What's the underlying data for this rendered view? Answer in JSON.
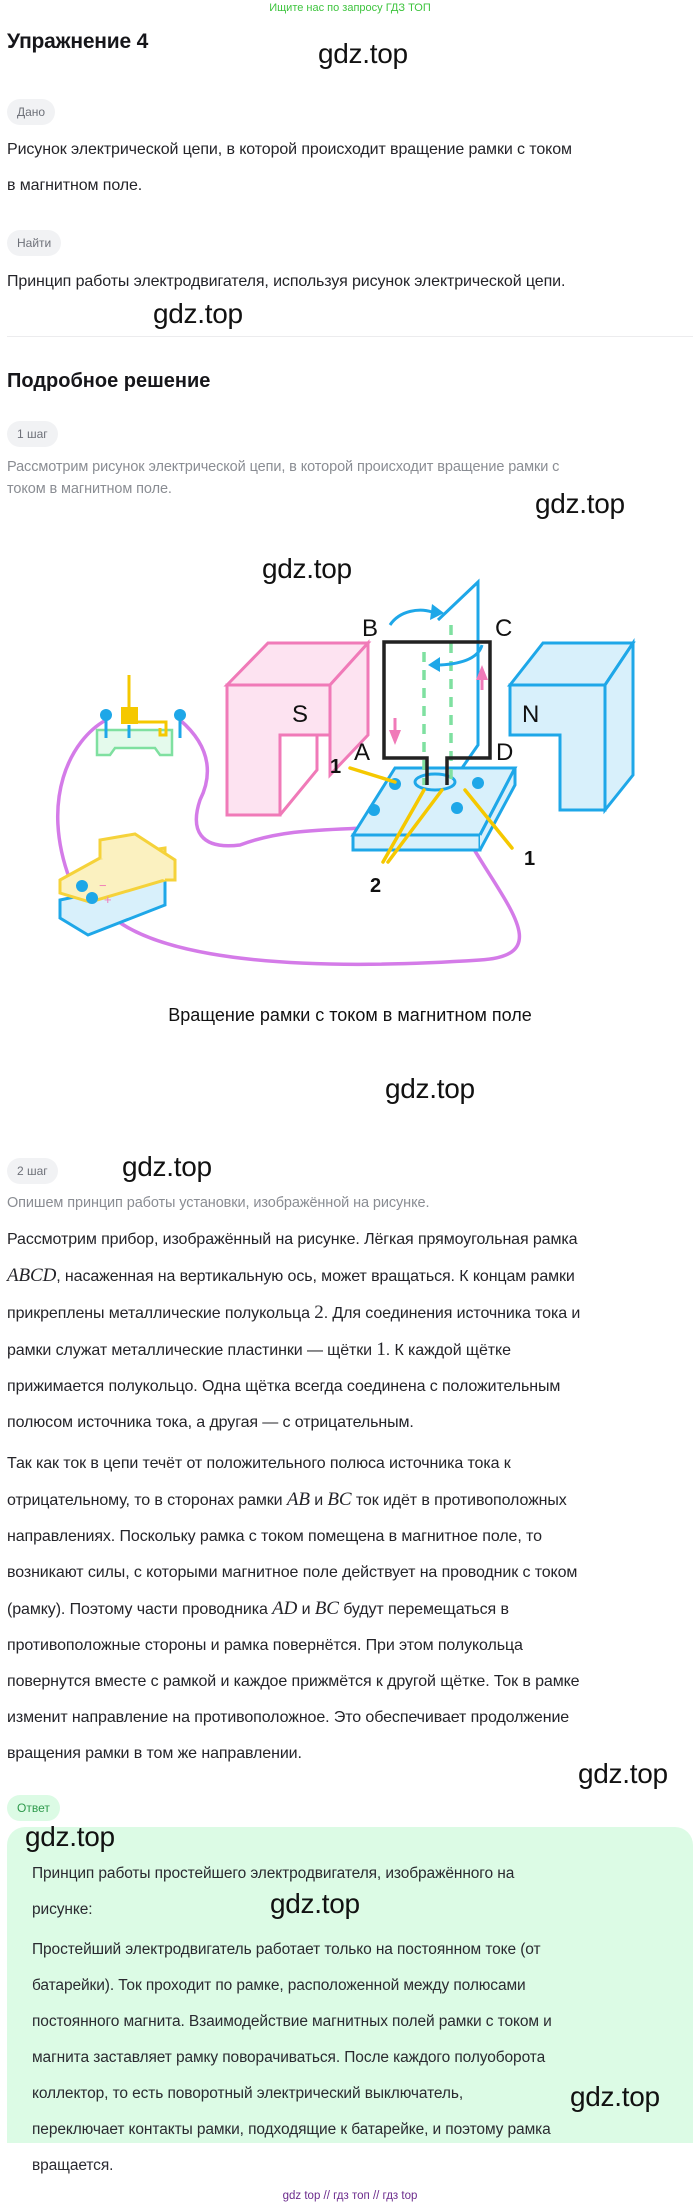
{
  "banner": "Ищите нас по запросу ГДЗ ТОП",
  "header": {
    "title": "Упражнение 4"
  },
  "watermark": "gdz.top",
  "given": {
    "label": "Дано",
    "text_line1": "Рисунок электрической цепи, в которой происходит вращение рамки с током",
    "text_line2": "в магнитном поле."
  },
  "find": {
    "label": "Найти",
    "text": "Принцип работы электродвигателя, используя рисунок электрической цепи."
  },
  "solution": {
    "heading": "Подробное решение",
    "step1": {
      "label": "1 шаг",
      "text_line1": "Рассмотрим рисунок электрической цепи, в которой происходит вращение рамки с",
      "text_line2": "током в магнитном поле."
    },
    "figure": {
      "labels": {
        "B": "B",
        "C": "C",
        "A": "A",
        "D": "D",
        "S": "S",
        "N": "N",
        "brush_left": "1",
        "brush_right": "1",
        "half_rings": "2"
      },
      "caption": "Вращение рамки с током в магнитном поле",
      "colors": {
        "south_magnet": "#f07ab8",
        "north_magnet": "#1ea7e8",
        "wire": "#d47be8",
        "brush": "#f5c800",
        "battery": "#f5d23a",
        "axis": "#7fe0a0",
        "frame": "#222222"
      }
    },
    "step2": {
      "label": "2 шаг",
      "subtitle": "Опишем принцип работы установки, изображённой на рисунке.",
      "p1": [
        {
          "t": "Рассмотрим прибор, изображённый на рисунке. Лёгкая прямоугольная рамка"
        },
        {
          "m": "ABCD",
          "t": ", насаженная на вертикальную ось, может вращаться. К концам рамки"
        },
        {
          "t": "прикреплены металлические полукольца ",
          "n": "2",
          "t2": ". Для соединения источника тока и"
        },
        {
          "t": "рамки служат металлические пластинки — щётки ",
          "n": "1",
          "t2": ". К каждой щётке"
        },
        {
          "t": "прижимается полукольцо. Одна щётка всегда соединена с положительным"
        },
        {
          "t": "полюсом источника тока, а другая — с отрицательным."
        }
      ],
      "p2": [
        {
          "t": "Так как ток в цепи течёт от положительного полюса источника тока к"
        },
        {
          "t": "отрицательному, то в сторонах рамки ",
          "m1": "AB",
          "c": " и ",
          "m2": "BC",
          "t2": " ток идёт в противоположных"
        },
        {
          "t": "направлениях. Поскольку рамка с током помещена в магнитное поле, то"
        },
        {
          "t": "возникают силы, с которыми магнитное поле действует на проводник с током"
        },
        {
          "t": "(рамку). Поэтому части проводника ",
          "m1": "AD",
          "c": " и ",
          "m2": "BC",
          "t2": " будут перемещаться в"
        },
        {
          "t": "противоположные стороны и рамка повернётся. При этом полукольца"
        },
        {
          "t": "повернутся вместе с рамкой и каждое прижмётся к другой щётке. Ток в рамке"
        },
        {
          "t": "изменит направление на противоположное. Это обеспечивает продолжение"
        },
        {
          "t": "вращения рамки в том же направлении."
        }
      ]
    }
  },
  "answer": {
    "label": "Ответ",
    "intro_line1": "Принцип работы простейшего электродвигателя, изображённого на",
    "intro_line2": "рисунке:",
    "lines": [
      "Простейший электродвигатель работает только на постоянном токе (от",
      "батарейки). Ток проходит по рамке, расположенной между полюсами",
      "постоянного магнита. Взаимодействие магнитных полей рамки с током и",
      "магнита заставляет рамку поворачиваться. После каждого полуоборота",
      "коллектор, то есть поворотный электрический выключатель,",
      "переключает контакты рамки, подходящие к батарейке, и поэтому рамка",
      "вращается."
    ]
  },
  "footer": "gdz top // гдз топ // гдз top"
}
